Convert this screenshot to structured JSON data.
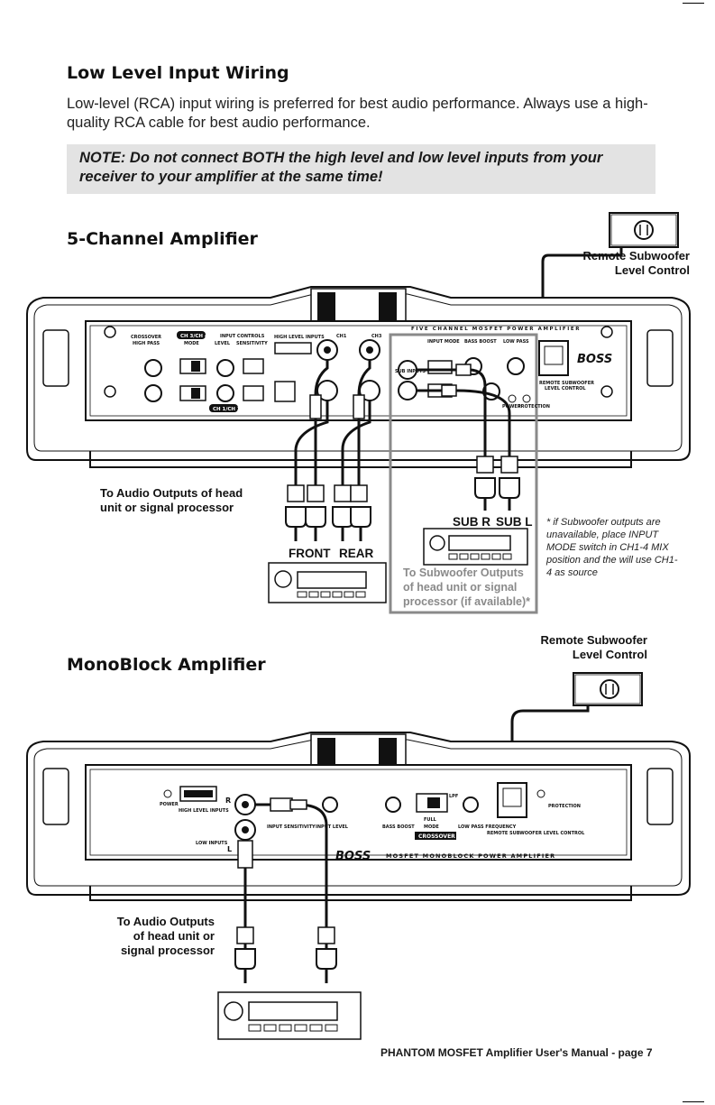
{
  "heading_low_level": "Low Level Input Wiring",
  "intro_text": "Low-level (RCA) input wiring is preferred for best audio performance. Always use a high-quality RCA cable for best audio performance.",
  "note_text": "NOTE: Do not connect BOTH the high level and low level inputs from your receiver to your amplifier at the same time!",
  "five_channel": {
    "heading": "5-Channel Amplifier",
    "remote_label_1": "Remote Subwoofer",
    "remote_label_2": "Level Control",
    "panel": {
      "crossover": "CROSSOVER",
      "ch34_tag": "CH 3/CH 4",
      "ch12_tag": "CH 1/CH 2",
      "high_pass": "HIGH PASS",
      "mode": "MODE",
      "input_controls": "INPUT CONTROLS",
      "level": "LEVEL",
      "sensitivity": "SENSITIVITY",
      "high_level_inputs": "HIGH LEVEL INPUTS",
      "ch1": "CH1",
      "ch3": "CH3",
      "sub_inputs": "SUB INPUTS",
      "input_mode": "INPUT MODE",
      "bass_boost": "BASS BOOST",
      "low_pass": "LOW PASS",
      "power": "POWER",
      "protection": "PROTECTION",
      "remote_sub": "REMOTE SUBWOOFER",
      "level_control": "LEVEL CONTROL",
      "brand": "BOSS",
      "title_strip": "FIVE CHANNEL MOSFET POWER AMPLIFIER"
    },
    "audio_outputs_label": "To Audio Outputs of head unit or signal processor",
    "front_label": "FRONT",
    "rear_label": "REAR",
    "sub_r_label": "SUB R",
    "sub_l_label": "SUB L",
    "sub_outputs_label": "To Subwoofer Outputs of head unit or signal processor (if available)*",
    "footnote": "* if Subwoofer outputs are unavailable, place INPUT MODE switch in CH1-4 MIX position and the will use CH1-4 as source"
  },
  "monoblock": {
    "heading": "MonoBlock Amplifier",
    "remote_label_1": "Remote Subwoofer",
    "remote_label_2": "Level Control",
    "panel": {
      "power": "POWER",
      "high_level_inputs": "HIGH LEVEL INPUTS",
      "low_inputs": "LOW INPUTS",
      "r": "R",
      "l": "L",
      "input_sensitivity": "INPUT SENSITIVITY",
      "input_level": "INPUT LEVEL",
      "bass_boost": "BASS BOOST",
      "mode": "MODE",
      "full": "FULL",
      "lpf": "LPF",
      "crossover": "CROSSOVER",
      "low_pass_frequency": "LOW PASS FREQUENCY",
      "remote_sub": "REMOTE SUBWOOFER LEVEL CONTROL",
      "protection": "PROTECTION",
      "brand": "BOSS",
      "title_strip": "MOSFET MONOBLOCK POWER AMPLIFIER"
    },
    "audio_outputs_label": "To Audio Outputs of head unit or signal processor"
  },
  "footer": "PHANTOM MOSFET Amplifier User's Manual - page 7"
}
